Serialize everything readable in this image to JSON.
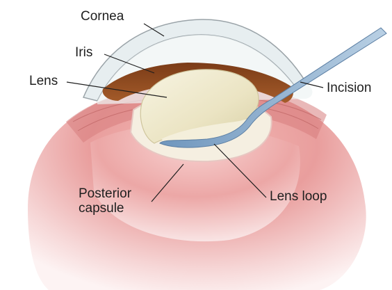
{
  "diagram": {
    "labels": {
      "cornea": "Cornea",
      "iris": "Iris",
      "lens": "Lens",
      "incision": "Incision",
      "posterior_capsule": "Posterior\ncapsule",
      "lens_loop": "Lens loop"
    },
    "colors": {
      "sclera_outer": "#f6dfe0",
      "sclera_inner": "#e7a2a2",
      "iris": "#8b4a22",
      "lens": "#ece6c8",
      "cornea": "#e7eef0",
      "instrument": "#8fb0cf",
      "text": "#1e1e1e"
    }
  }
}
